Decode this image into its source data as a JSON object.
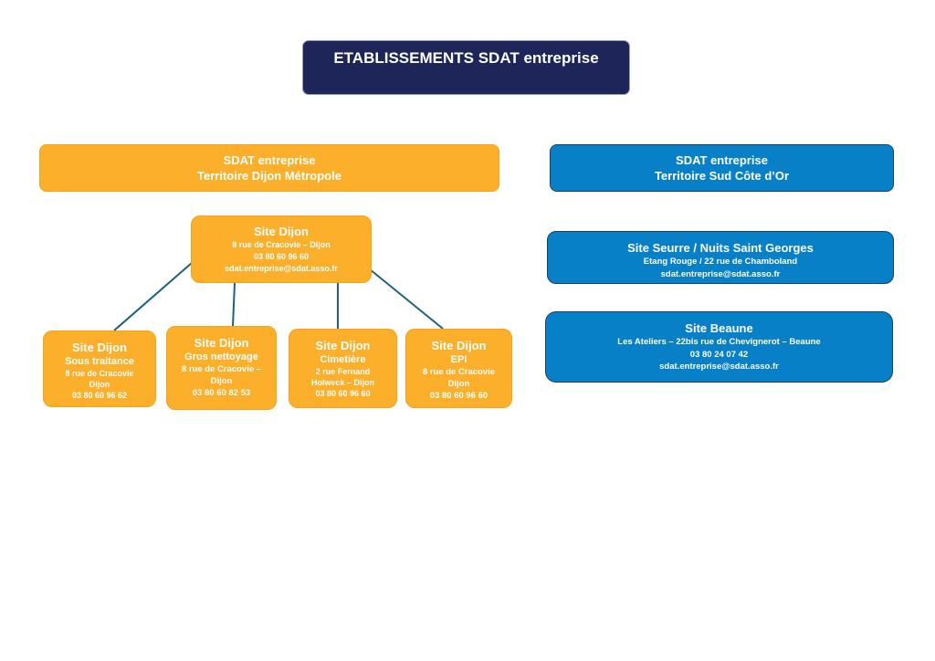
{
  "title": "ETABLISSEMENTS SDAT entreprise",
  "colors": {
    "title_bg": "#1e2558",
    "orange": "#fbaf2a",
    "blue": "#0880c8",
    "connector": "#1f5f80",
    "text": "#ffffff"
  },
  "territories": [
    {
      "line1": "SDAT entreprise",
      "line2": "Territoire Dijon Métropole"
    },
    {
      "line1": "SDAT entreprise",
      "line2": "Territoire Sud Côte d’Or"
    }
  ],
  "main_site": {
    "name": "Site Dijon",
    "address": "8 rue de Cracovie – Dijon",
    "phone": "03 80 60 96 60",
    "email": "sdat.entreprise@sdat.asso.fr"
  },
  "sub_sites": [
    {
      "name": "Site Dijon",
      "activity": "Sous traitance",
      "address_line1": "8 rue de Cracovie",
      "address_line2": "Dijon",
      "phone": "03 80 60 96 62"
    },
    {
      "name": "Site Dijon",
      "activity": "Gros nettoyage",
      "address_line1": "8 rue de Cracovie –",
      "address_line2": "Dijon",
      "phone": "03 80 60 82 53"
    },
    {
      "name": "Site Dijon",
      "activity": "Cimetière",
      "address_line1": "2 rue Fernand",
      "address_line2": "Holweck – Dijon",
      "phone": "03 80 60 96 60"
    },
    {
      "name": "Site Dijon",
      "activity": "EPI",
      "address_line1": "8 rue de Cracovie",
      "address_line2": "Dijon",
      "phone": "03 80 60 96 60"
    }
  ],
  "south_sites": [
    {
      "name": "Site Seurre / Nuits Saint Georges",
      "address": "Etang Rouge / 22 rue de Chamboland",
      "email": "sdat.entreprise@sdat.asso.fr"
    },
    {
      "name": "Site Beaune",
      "address": "Les Ateliers – 22bis rue de Chevignerot – Beaune",
      "phone": "03 80 24 07 42",
      "email": "sdat.entreprise@sdat.asso.fr"
    }
  ]
}
